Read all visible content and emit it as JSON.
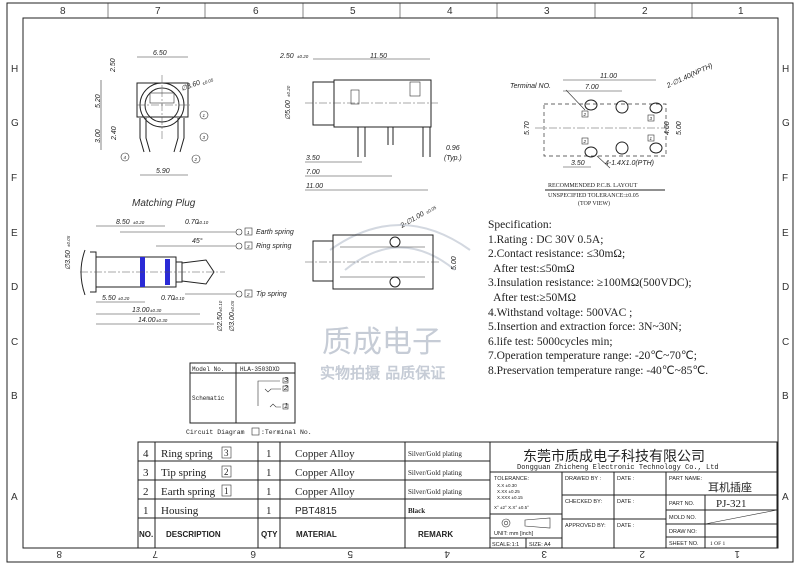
{
  "frame": {
    "columns": [
      "8",
      "7",
      "6",
      "5",
      "4",
      "3",
      "2",
      "1"
    ],
    "rows": [
      "H",
      "G",
      "F",
      "E",
      "D",
      "C",
      "B",
      "A"
    ]
  },
  "front_view": {
    "dims": {
      "width_top": "6.50",
      "height_top": "2.50",
      "tol_top": "±0.20",
      "dia": "∅3.60",
      "dia_tol": "±0.05",
      "h1": "5.20",
      "h2": "3.00",
      "h3": "2.40",
      "width_bottom": "5.90"
    },
    "balloons": [
      "1",
      "2",
      "3",
      "4"
    ]
  },
  "side_view": {
    "dims": {
      "front": "2.50",
      "front_tol": "±0.20",
      "length": "11.50",
      "dia": "∅5.00",
      "dia_tol": "±0.20",
      "d1": "3.50",
      "d2": "7.00",
      "d3": "11.00",
      "pin": "0.96",
      "pin_note": "(Typ.)"
    }
  },
  "pcb_layout": {
    "terminal_label": "Terminal NO.",
    "dims": {
      "w1": "11.00",
      "w2": "7.00",
      "hole": "2-∅1.40(NPTH)",
      "h1": "5.70",
      "h2": "4.60",
      "h3": "5.00",
      "d1": "3.50",
      "slot": "4-1.4X1.0(PTH)"
    },
    "terminals": [
      "2",
      "3",
      "2",
      "1"
    ],
    "title": "RECOMMENDED P.C.B. LAYOUT",
    "tolerance": "UNSPECIFIED TOLERANCE:±0.05",
    "view": "(TOP VIEW)"
  },
  "matching_plug": {
    "title": "Matching Plug",
    "dims": {
      "a": "8.50",
      "a_tol": "±0.20",
      "b": "0.70",
      "b_tol": "±0.10",
      "angle": "45°",
      "dia": "∅3.50",
      "dia_tol": "±0.05",
      "c": "5.50",
      "c_tol": "±0.20",
      "d": "0.70",
      "d_tol": "±0.10",
      "e": "13.00",
      "e_tol": "±0.30",
      "f": "14.00",
      "f_tol": "±0.30",
      "g": "∅2.50",
      "g_tol": "±0.10",
      "h": "∅3.00",
      "h_tol": "±0.05"
    },
    "labels": [
      {
        "num": "1",
        "text": "Earth spring"
      },
      {
        "num": "3",
        "text": "Ring spring"
      },
      {
        "num": "2",
        "text": "Tip spring"
      }
    ],
    "band_color": "#2a2ad6"
  },
  "bottom_view": {
    "dims": {
      "holes": "2-∅1.00",
      "holes_tol": "±0.05",
      "h": "5.00"
    }
  },
  "watermark": {
    "line1": "质成电子",
    "line2": "实物拍摄  品质保证"
  },
  "schematic": {
    "model_label": "Model No.",
    "model_value": "HLA-3503DXD",
    "schematic_label": "Schematic",
    "caption_left": "Circuit Diagram",
    "caption_right": ":Terminal No.",
    "terminals": [
      "3",
      "2",
      "1"
    ]
  },
  "specification": {
    "title": "Specification:",
    "lines": [
      "1.Rating : DC 30V 0.5A;",
      "2.Contact resistance: ≤30mΩ;",
      "  After test:≤50mΩ",
      "3.Insulation resistance: ≥100MΩ(500VDC);",
      "  After test:≥50MΩ",
      "4.Withstand voltage: 500VAC ;",
      "5.Insertion and extraction force: 3N~30N;",
      "6.life test: 5000cycles min;",
      "7.Operation temperature range: -20℃~70℃;",
      "8.Preservation temperature range: -40℃~85℃."
    ]
  },
  "bom": {
    "headers": [
      "NO.",
      "DESCRIPTION",
      "QTY",
      "MATERIAL",
      "REMARK"
    ],
    "rows": [
      {
        "no": "4",
        "desc": "Ring spring",
        "term": "3",
        "qty": "1",
        "material": "Copper Alloy",
        "remark": "Silver/Gold plating"
      },
      {
        "no": "3",
        "desc": "Tip spring",
        "term": "2",
        "qty": "1",
        "material": "Copper Alloy",
        "remark": "Silver/Gold plating"
      },
      {
        "no": "2",
        "desc": "Earth spring",
        "term": "1",
        "qty": "1",
        "material": "Copper Alloy",
        "remark": "Silver/Gold plating"
      },
      {
        "no": "1",
        "desc": "Housing",
        "term": "",
        "qty": "1",
        "material": "PBT4815",
        "remark": "Black"
      }
    ]
  },
  "title_block": {
    "company_cn": "东莞市质成电子科技有限公司",
    "company_en": "Dongguan Zhicheng Electronic Technology Co., Ltd",
    "tolerance_title": "TOLERANCE:",
    "tol1": "X.X    ±0.30",
    "tol2": "X.XX   ±0.25",
    "tol3": "X.XXX  ±0.15",
    "tol4": "X° ±2°      X.X° ±0.5°",
    "unit": "UNIT:  mm  [inch]",
    "scale": "SCALE:1:1",
    "size": "SIZE: A4",
    "drawed_by": "DRAWED BY :",
    "checked_by": "CHECKED BY:",
    "approved_by": "APPROVED BY:",
    "date": "DATE :",
    "part_name_label": "PART NAME:",
    "part_name": "耳机插座",
    "part_no_label": "PART NO.",
    "part_no": "PJ-321",
    "mold_no_label": "MOLD NO.",
    "draw_no_label": "DRAW NO:",
    "sheet_no_label": "SHEET NO.",
    "sheet_no": "1 OF 1"
  }
}
